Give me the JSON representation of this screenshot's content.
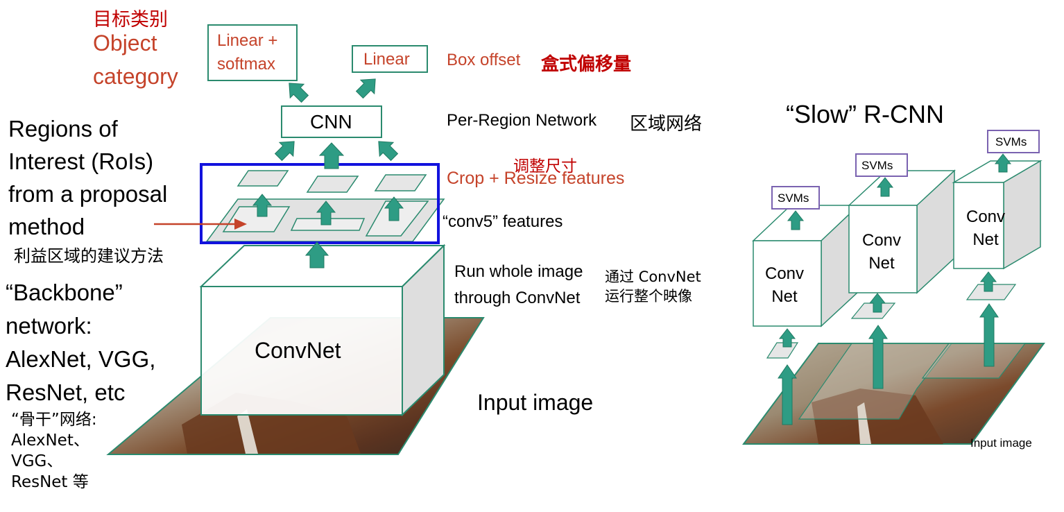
{
  "left": {
    "heads": {
      "cls_zh": "目标类别",
      "cls_en": "Object\ncategory",
      "linear_softmax": "Linear +\nsoftmax",
      "linear": "Linear",
      "box_offset": "Box offset",
      "box_offset_zh": "盒式偏移量"
    },
    "cnn": "CNN",
    "per_region": "Per-Region Network",
    "per_region_zh": "区域网络",
    "crop_zh": "调整尺寸",
    "crop": "Crop + Resize features",
    "rois": "Regions of\nInterest (RoIs)\nfrom a proposal\nmethod",
    "rois_zh": "利益区域的建议方法",
    "conv5": "“conv5” features",
    "run_whole": "Run whole image\nthrough ConvNet",
    "run_whole_zh": "通过 ConvNet\n运行整个映像",
    "backbone": "“Backbone”\nnetwork:\nAlexNet, VGG,\nResNet, etc",
    "backbone_zh": "“骨干”网络:\nAlexNet、\nVGG、\nResNet 等",
    "convnet": "ConvNet",
    "input": "Input image"
  },
  "right": {
    "title": "“Slow” R-CNN",
    "svms": [
      "SVMs",
      "SVMs",
      "SVMs"
    ],
    "convnets": [
      "Conv\nNet",
      "Conv\nNet",
      "Conv\nNet"
    ],
    "input": "Input image"
  },
  "colors": {
    "teal": "#2e9c84",
    "teal_line": "#2a8a6e",
    "blue": "#1212dd",
    "red": "#c5432a",
    "purple": "#7a62b0"
  }
}
